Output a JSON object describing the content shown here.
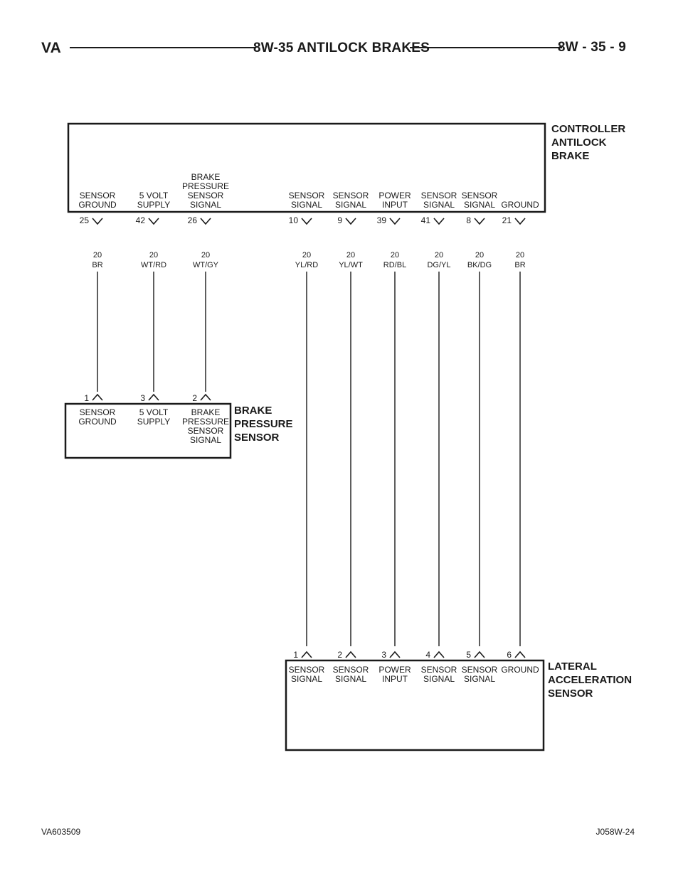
{
  "header": {
    "left": "VA",
    "center": "8W-35 ANTILOCK BRAKES",
    "right": "8W - 35 - 9"
  },
  "footer": {
    "left": "VA603509",
    "right": "J058W-24"
  },
  "controller": {
    "name_lines": [
      "CONTROLLER",
      "ANTILOCK",
      "BRAKE"
    ],
    "pins": [
      {
        "cavity": "25",
        "label_lines": [
          "SENSOR",
          "GROUND"
        ],
        "gauge": "20",
        "color": "BR"
      },
      {
        "cavity": "42",
        "label_lines": [
          "5 VOLT",
          "SUPPLY"
        ],
        "gauge": "20",
        "color": "WT/RD"
      },
      {
        "cavity": "26",
        "label_lines": [
          "BRAKE",
          "PRESSURE",
          "SENSOR",
          "SIGNAL"
        ],
        "gauge": "20",
        "color": "WT/GY"
      },
      {
        "cavity": "10",
        "label_lines": [
          "SENSOR",
          "SIGNAL"
        ],
        "gauge": "20",
        "color": "YL/RD"
      },
      {
        "cavity": "9",
        "label_lines": [
          "SENSOR",
          "SIGNAL"
        ],
        "gauge": "20",
        "color": "YL/WT"
      },
      {
        "cavity": "39",
        "label_lines": [
          "POWER",
          "INPUT"
        ],
        "gauge": "20",
        "color": "RD/BL"
      },
      {
        "cavity": "41",
        "label_lines": [
          "SENSOR",
          "SIGNAL"
        ],
        "gauge": "20",
        "color": "DG/YL"
      },
      {
        "cavity": "8",
        "label_lines": [
          "SENSOR",
          "SIGNAL"
        ],
        "gauge": "20",
        "color": "BK/DG"
      },
      {
        "cavity": "21",
        "label_lines": [
          "GROUND"
        ],
        "gauge": "20",
        "color": "BR"
      }
    ]
  },
  "brake_pressure_sensor": {
    "name_lines": [
      "BRAKE",
      "PRESSURE",
      "SENSOR"
    ],
    "pins": [
      {
        "cavity": "1",
        "label_lines": [
          "SENSOR",
          "GROUND"
        ]
      },
      {
        "cavity": "3",
        "label_lines": [
          "5 VOLT",
          "SUPPLY"
        ]
      },
      {
        "cavity": "2",
        "label_lines": [
          "BRAKE",
          "PRESSURE",
          "SENSOR",
          "SIGNAL"
        ]
      }
    ]
  },
  "lateral_acceleration_sensor": {
    "name_lines": [
      "LATERAL",
      "ACCELERATION",
      "SENSOR"
    ],
    "pins": [
      {
        "cavity": "1",
        "label_lines": [
          "SENSOR",
          "SIGNAL"
        ]
      },
      {
        "cavity": "2",
        "label_lines": [
          "SENSOR",
          "SIGNAL"
        ]
      },
      {
        "cavity": "3",
        "label_lines": [
          "POWER",
          "INPUT"
        ]
      },
      {
        "cavity": "4",
        "label_lines": [
          "SENSOR",
          "SIGNAL"
        ]
      },
      {
        "cavity": "5",
        "label_lines": [
          "SENSOR",
          "SIGNAL"
        ]
      },
      {
        "cavity": "6",
        "label_lines": [
          "GROUND"
        ]
      }
    ]
  }
}
